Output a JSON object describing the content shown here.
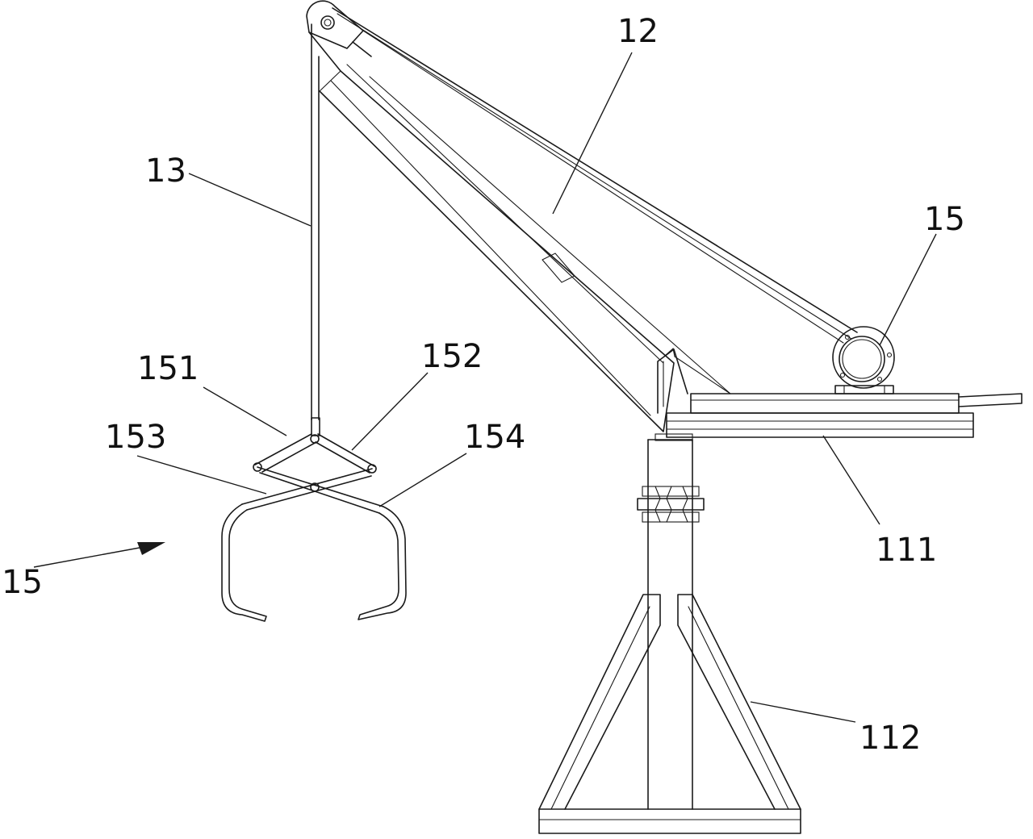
{
  "labels": {
    "boom": "12",
    "rope": "13",
    "winch": "15",
    "grab_assembly": "15",
    "top_link_left": "151",
    "top_link_right": "152",
    "claw_left": "153",
    "claw_right": "154",
    "turntable": "111",
    "base_frame": "112"
  },
  "colors": {
    "line": "#1a1a1a",
    "background": "#ffffff"
  }
}
